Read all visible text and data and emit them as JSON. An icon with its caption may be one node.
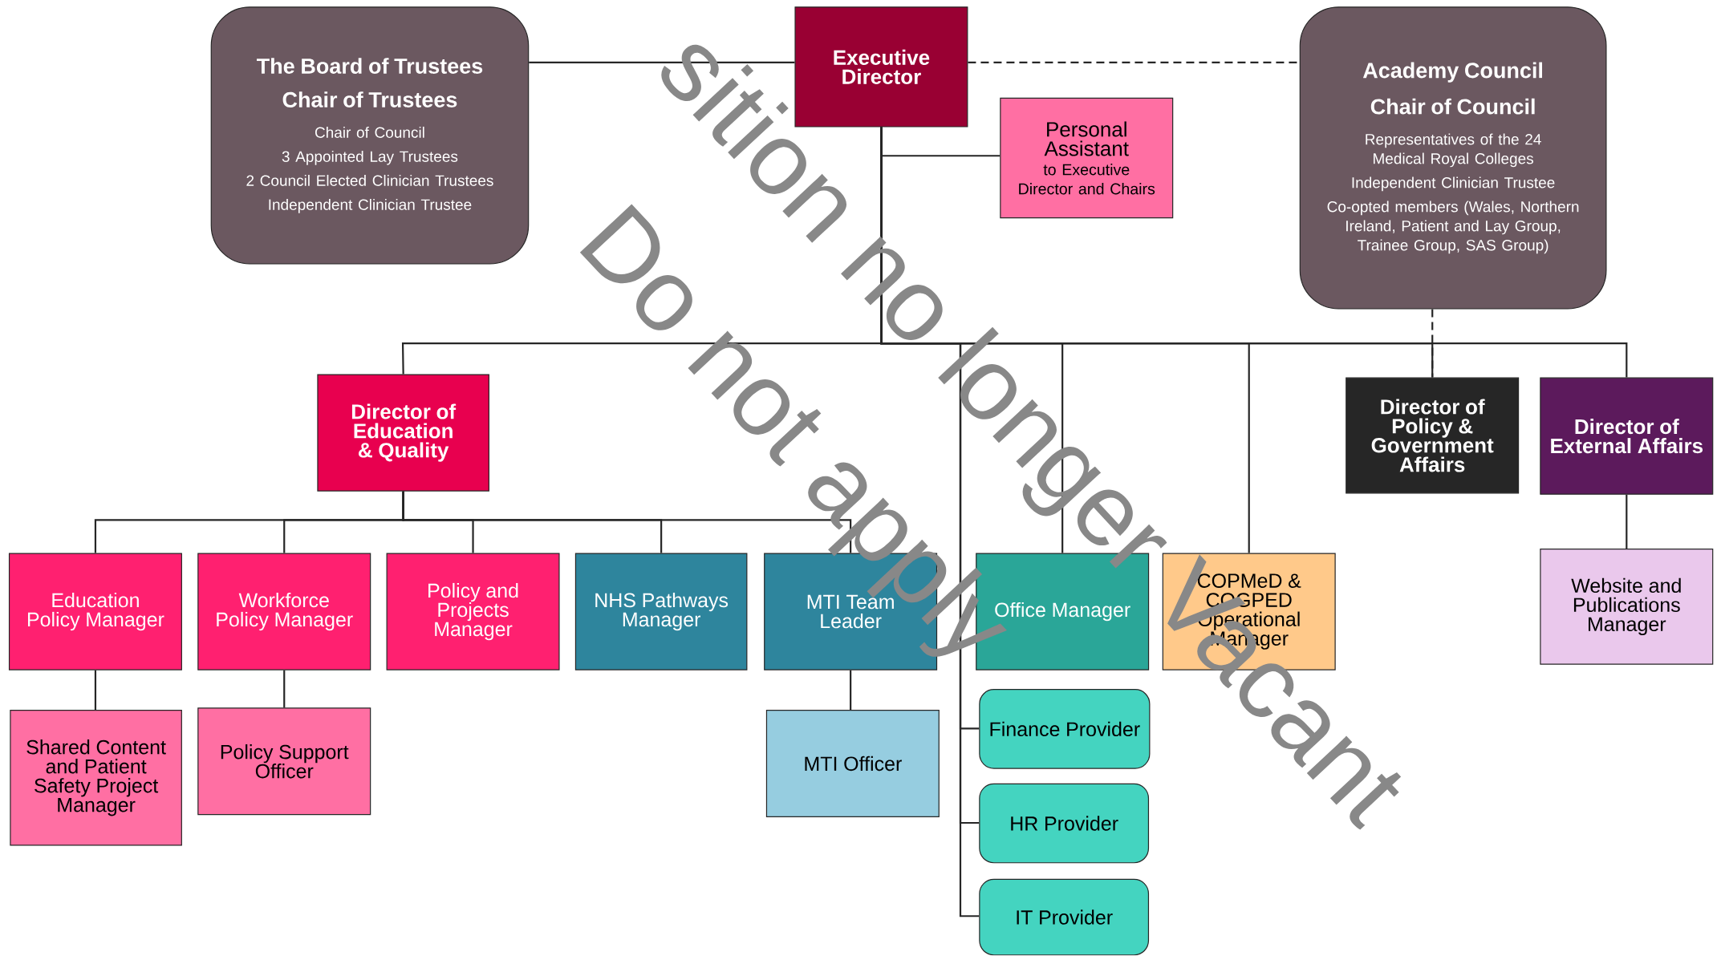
{
  "diagram": {
    "nodes": [
      {
        "text": [
          "The Board of Trustees",
          "Chair of Trustees",
          "Chair of Council",
          "3 Appointed Lay Trustees",
          "2 Council Elected Clinician Trustees",
          "Independent Clinician Trustee"
        ]
      },
      {
        "text": [
          "Executive Director"
        ]
      },
      {
        "text": [
          "Academy Council",
          "Chair of Council",
          "Representatives of the 24 Medical Royal Colleges",
          "Independent Clinician Trustee",
          "Co-opted members (Wales, Northern Ireland, Patient and Lay Group, Trainee Group, SAS Group)"
        ]
      },
      {
        "text": [
          "Personal Assistant",
          "to Executive Director and Chairs"
        ]
      },
      {
        "text": [
          "Director of Education & Quality"
        ]
      },
      {
        "text": [
          "Director of Policy & Government Affairs"
        ]
      },
      {
        "text": [
          "Director of External Affairs"
        ]
      },
      {
        "text": [
          "Education Policy Manager"
        ]
      },
      {
        "text": [
          "Workforce Policy Manager"
        ]
      },
      {
        "text": [
          "Policy and Projects Manager"
        ]
      },
      {
        "text": [
          "NHS Pathways Manager"
        ]
      },
      {
        "text": [
          "MTI Team Leader"
        ]
      },
      {
        "text": [
          "Office Manager"
        ]
      },
      {
        "text": [
          "COPMeD & COGPED Operational Manager"
        ]
      },
      {
        "text": [
          "Website and Publications Manager"
        ]
      },
      {
        "text": [
          "Shared Content and Patient Safety Project Manager"
        ]
      },
      {
        "text": [
          "Policy Support Officer"
        ]
      },
      {
        "text": [
          "MTI Officer"
        ]
      },
      {
        "text": [
          "Finance Provider"
        ]
      },
      {
        "text": [
          "HR Provider"
        ]
      },
      {
        "text": [
          "IT Provider"
        ]
      }
    ],
    "edges": [
      {
        "from": 0,
        "to": 1,
        "arrow": "none"
      },
      {
        "from": 1,
        "to": 2,
        "arrow": "none",
        "style": "dashed"
      },
      {
        "from": 1,
        "to": 3,
        "arrow": "none"
      },
      {
        "from": 1,
        "to": 4,
        "arrow": "none"
      },
      {
        "from": 1,
        "to": 12,
        "arrow": "none"
      },
      {
        "from": 1,
        "to": 13,
        "arrow": "none"
      },
      {
        "from": 1,
        "to": 5,
        "arrow": "none"
      },
      {
        "from": 1,
        "to": 6,
        "arrow": "none"
      },
      {
        "from": 1,
        "to": 18,
        "arrow": "none"
      },
      {
        "from": 1,
        "to": 19,
        "arrow": "none"
      },
      {
        "from": 1,
        "to": 20,
        "arrow": "none"
      },
      {
        "from": 2,
        "to": 5,
        "arrow": "none",
        "style": "dashed"
      },
      {
        "from": 4,
        "to": 7,
        "arrow": "none"
      },
      {
        "from": 4,
        "to": 8,
        "arrow": "none"
      },
      {
        "from": 4,
        "to": 9,
        "arrow": "none"
      },
      {
        "from": 4,
        "to": 10,
        "arrow": "none"
      },
      {
        "from": 4,
        "to": 11,
        "arrow": "none"
      },
      {
        "from": 7,
        "to": 15,
        "arrow": "none"
      },
      {
        "from": 8,
        "to": 16,
        "arrow": "none"
      },
      {
        "from": 11,
        "to": 17,
        "arrow": "none"
      },
      {
        "from": 6,
        "to": 14,
        "arrow": "none"
      }
    ],
    "labels": [
      "sition no longer Vacant",
      "Do not apply"
    ]
  }
}
